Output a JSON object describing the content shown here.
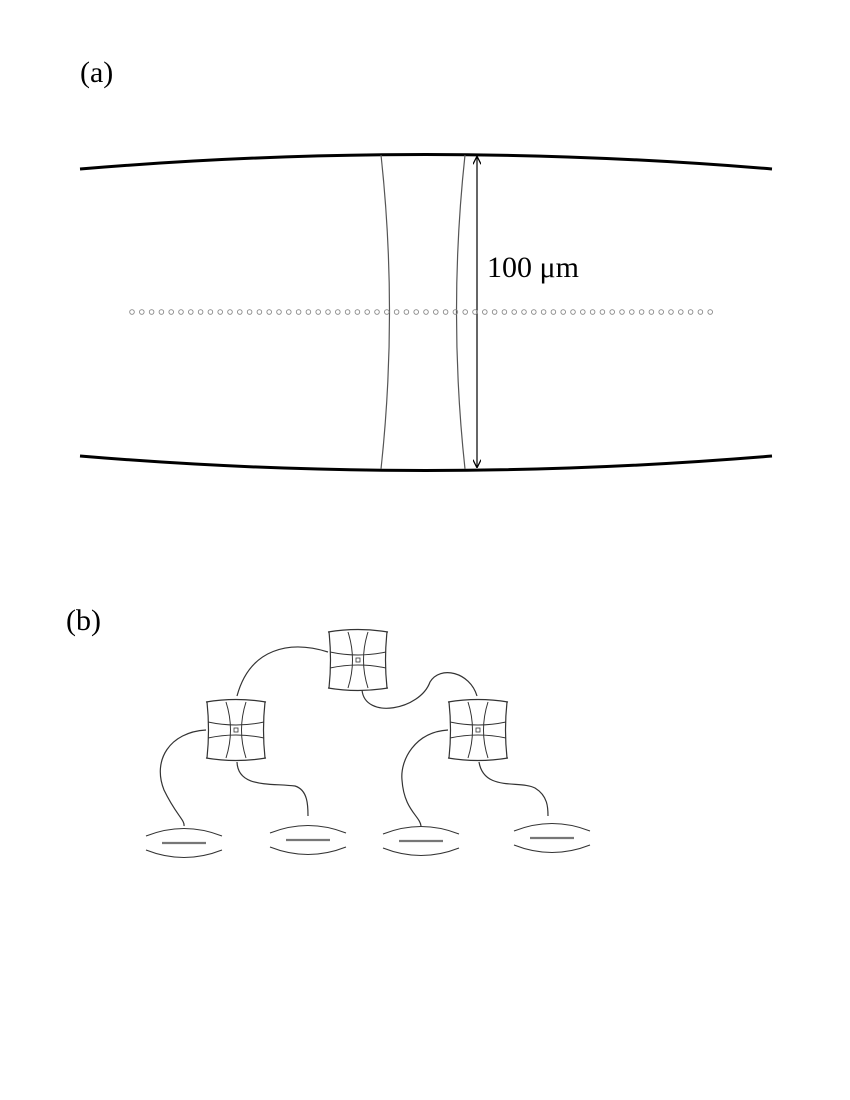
{
  "panels": {
    "a": {
      "label": "(a)",
      "dimension_label": "100 μm"
    },
    "b": {
      "label": "(b)"
    }
  },
  "colors": {
    "outline": "#000000",
    "thin_line": "#555555",
    "dots": "#888888",
    "bar": "#777777"
  }
}
